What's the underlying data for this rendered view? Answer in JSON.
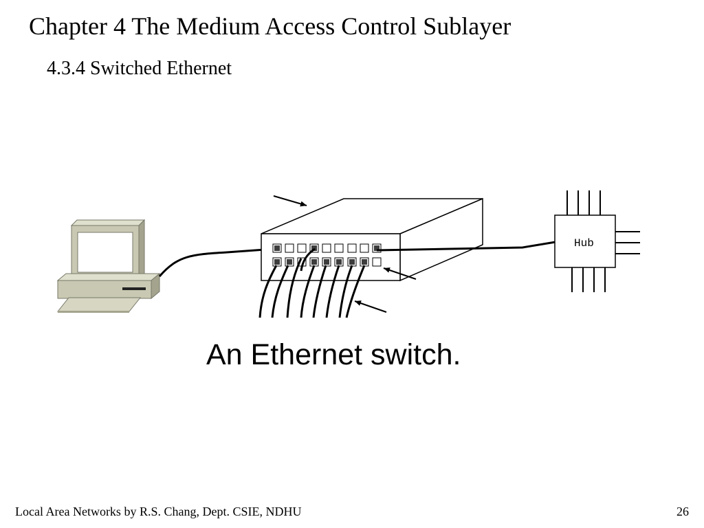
{
  "header": {
    "chapter_title": "Chapter 4 The Medium Access Control Sublayer",
    "section_title": "4.3.4 Switched Ethernet"
  },
  "diagram": {
    "hub_label": "Hub",
    "caption": "An Ethernet switch.",
    "colors": {
      "computer_body": "#c9c9b3",
      "computer_shadow": "#9d9d86",
      "screen": "#ffffff",
      "port_filled": "#3d3d3d",
      "line": "#000000"
    },
    "icons": [
      "computer-icon",
      "ethernet-switch-icon",
      "hub-icon",
      "arrow-icon"
    ]
  },
  "footer": {
    "credit": "Local Area Networks by R.S. Chang, Dept. CSIE, NDHU",
    "page_number": "26"
  }
}
